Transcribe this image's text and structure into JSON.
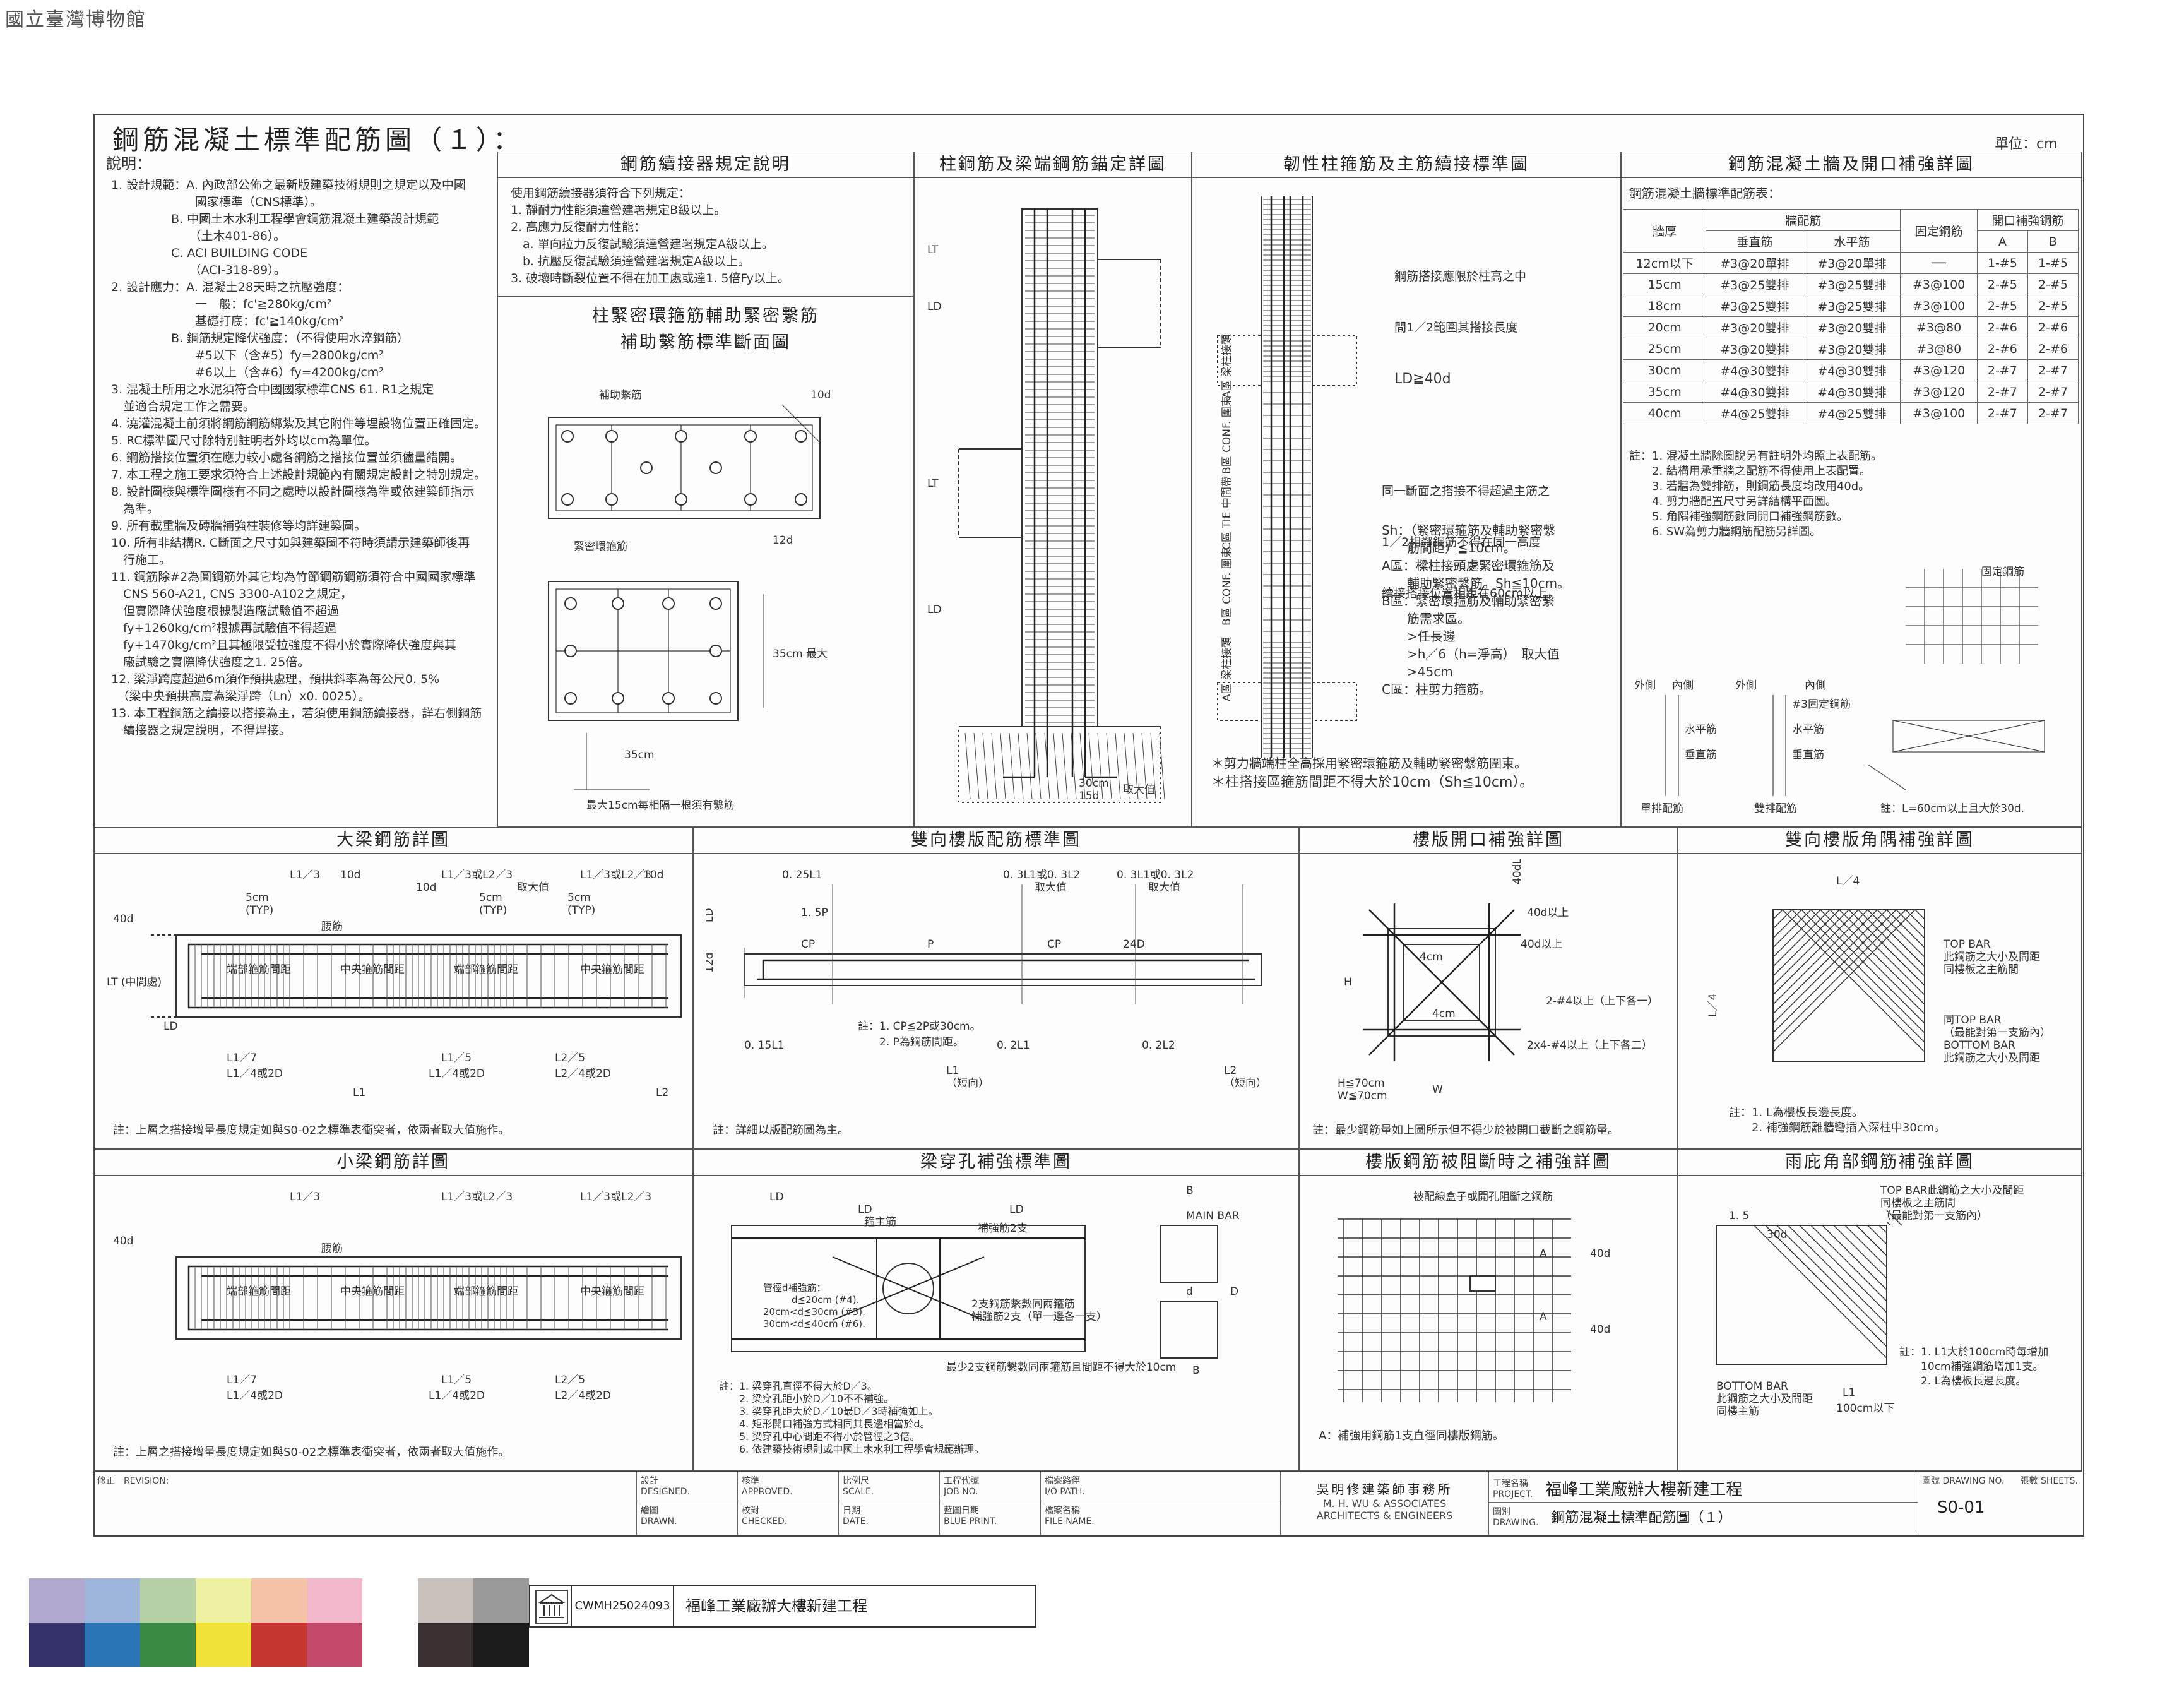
{
  "watermark": "國立臺灣博物館",
  "sheet_title": "鋼筋混凝土標準配筋圖（１）：",
  "unit_label": "單位：cm",
  "notes": {
    "heading": "說明：",
    "lines": [
      "1. 設計規範：A. 內政部公佈之最新版建築技術規則之規定以及中國",
      "　　　　　　　國家標準（CNS標準）。",
      "　　　　　B. 中國土木水利工程學會鋼筋混凝土建築設計規範",
      "　　　　　　　（土木401-86）。",
      "　　　　　C. ACI BUILDING CODE",
      "　　　　　　　（ACI-318-89）。",
      "2. 設計應力：A. 混凝土28天時之抗壓強度：",
      "　　　　　　　一　般：fc'≧280kg/cm²",
      "　　　　　　　基礎打底：fc'≧140kg/cm²",
      "　　　　　B. 鋼筋規定降伏強度：（不得使用水淬鋼筋）",
      "　　　　　　　#5以下（含#5）fy=2800kg/cm²",
      "　　　　　　　#6以上（含#6）fy=4200kg/cm²",
      "3. 混凝土所用之水泥須符合中國國家標準CNS 61. R1之規定",
      "　並適合規定工作之需要。",
      "4. 澆灌混凝土前須將鋼筋鋼筋綁紮及其它附件等埋設物位置正確固定。",
      "5. RC標準圖尺寸除特別註明者外均以cm為單位。",
      "6. 鋼筋搭接位置須在應力較小處各鋼筋之搭接位置並須儘量錯開。",
      "7. 本工程之施工要求須符合上述設計規範內有關規定設計之特別規定。",
      "8. 設計圖樣與標準圖樣有不同之處時以設計圖樣為準或依建築師指示",
      "　為準。",
      "9. 所有載重牆及磚牆補強柱裝修等均詳建築圖。",
      "10. 所有非結構R. C斷面之尺寸如與建築圖不符時須請示建築師後再",
      "　行施工。",
      "11. 鋼筋除#2為圓鋼筋外其它均為竹節鋼筋鋼筋須符合中國國家標準",
      "　CNS 560-A21, CNS 3300-A102之規定，",
      "　但實際降伏強度根據製造廠試驗值不超過",
      "　fy+1260kg/cm²根據再試驗值不得超過",
      "　fy+1470kg/cm²且其極限受拉強度不得小於實際降伏強度與其",
      "　廠試驗之實際降伏強度之1. 25倍。",
      "12. 梁淨跨度超過6m須作預拱處理，預拱斜率為每公尺0. 5%",
      "　（梁中央預拱高度為梁淨跨（Ln）x0. 0025）。",
      "13. 本工程鋼筋之續接以搭接為主，若須使用鋼筋續接器，詳右側鋼筋",
      "　續接器之規定說明，不得焊接。"
    ]
  },
  "panels": {
    "coupler": {
      "title": "鋼筋續接器規定說明",
      "lines": [
        "使用鋼筋續接器須符合下列規定：",
        "1. 靜耐力性能須達營建署規定B級以上。",
        "2. 高應力反復耐力性能：",
        "　a. 單向拉力反復試驗須達營建署規定A級以上。",
        "　b. 抗壓反復試驗須達營建署規定A級以上。",
        "3. 破壞時斷裂位置不得在加工處或達1. 5倍Fy以上。"
      ]
    },
    "tie": {
      "title_line1": "柱緊密環箍筋輔助緊密繫筋",
      "title_line2": "補助繫筋標準斷面圖",
      "label_aux_tie": "補助繫筋",
      "label_hoop": "緊密環箍筋",
      "label_max": "最大15cm每相隔一根須有繫筋",
      "dim_35cm": "35cm",
      "dim_35cm_max": "35cm 最大",
      "dim_12d": "12d",
      "dim_10d": "10d"
    },
    "anchor": {
      "title": "柱鋼筋及梁端鋼筋錨定詳圖",
      "label_lt": "LT",
      "label_ld": "LD",
      "label_30cm": "30cm",
      "label_15d": "15d",
      "label_max": "取大值"
    },
    "ductile": {
      "title": "韌性柱箍筋及主筋續接標準圖",
      "note1": "鋼筋搭接應限於柱高之中",
      "note1b": "間1／2範圍其搭接長度",
      "note1c": "LD≧40d",
      "note2": "同一斷面之搭接不得超過主筋之",
      "note2b": "1／2相鄰鋼筋不得在同一高度",
      "note2c": "續接搭接位置相距在60cm以上。",
      "sh_lines": [
        "Sh：（緊密環箍筋及輔助緊密繫",
        "　　筋間距）≦10cm。",
        "A區：樑柱接頭處緊密環箍筋及",
        "　　輔助緊密繫筋。Sh≦10cm。",
        "B區：緊密環箍筋及輔助緊密繫",
        "　　筋需求區。",
        "　　>任長邊",
        "　　>h／6（h=淨高）　取大值",
        "　　>45cm",
        "C區：柱剪力箍筋。"
      ],
      "foot1": "＊剪力牆端柱全高採用緊密環箍筋及輔助緊密繫筋圍束。",
      "foot2": "＊柱搭接區箍筋間距不得大於10cm（Sh≦10cm）。",
      "zone_labels": [
        "A區 梁柱接頭",
        "B區 CONF. 圍束",
        "C區 TIE 中間帶",
        "B區 CONF. 圍束",
        "A區 梁柱接頭"
      ]
    },
    "slab_table": {
      "title": "鋼筋混凝土牆及開口補強詳圖",
      "caption": "鋼筋混凝土牆標準配筋表：",
      "headers": [
        "牆厚",
        "牆配筋",
        "固定鋼筋",
        "開口補強鋼筋"
      ],
      "sub_headers": [
        "垂直筋",
        "水平筋",
        "A",
        "B"
      ],
      "rows": [
        [
          "12cm以下",
          "#3@20單排",
          "#3@20單排",
          "──",
          "1-#5",
          "1-#5"
        ],
        [
          "15cm",
          "#3@25雙排",
          "#3@25雙排",
          "#3@100",
          "2-#5",
          "2-#5"
        ],
        [
          "18cm",
          "#3@25雙排",
          "#3@25雙排",
          "#3@100",
          "2-#5",
          "2-#5"
        ],
        [
          "20cm",
          "#3@20雙排",
          "#3@20雙排",
          "#3@80",
          "2-#6",
          "2-#6"
        ],
        [
          "25cm",
          "#3@20雙排",
          "#3@20雙排",
          "#3@80",
          "2-#6",
          "2-#6"
        ],
        [
          "30cm",
          "#4@30雙排",
          "#4@30雙排",
          "#3@120",
          "2-#7",
          "2-#7"
        ],
        [
          "35cm",
          "#4@30雙排",
          "#4@30雙排",
          "#3@120",
          "2-#7",
          "2-#7"
        ],
        [
          "40cm",
          "#4@25雙排",
          "#4@25雙排",
          "#3@100",
          "2-#7",
          "2-#7"
        ]
      ],
      "notes": [
        "註：1. 混凝土牆除圖說另有註明外均照上表配筋。",
        "　　2. 結構用承重牆之配筋不得使用上表配置。",
        "　　3. 若牆為雙排筋，則鋼筋長度均改用40d。",
        "　　4. 剪力牆配置尺寸另詳結構平面圖。",
        "　　5. 角隅補強鋼筋數同開口補強鋼筋數。",
        "　　6. SW為剪力牆鋼筋配筋另詳圖。"
      ],
      "label_fixed": "固定鋼筋",
      "label_outer": "外側",
      "label_inner": "內側",
      "label_horizontal": "水平筋",
      "label_vertical": "垂直筋",
      "label_single": "單排配筋",
      "label_double": "雙排配筋",
      "label_fix3": "#3固定鋼筋",
      "label_L": "註：L=60cm以上且大於30d."
    },
    "big_beam": {
      "title": "大梁鋼筋詳圖",
      "note": "註：上層之搭接增量長度規定如與S0-02之標準表衝突者，依兩者取大值施作。",
      "label_end": "端部箍筋間距",
      "label_mid": "中央箍筋間距",
      "label_hoop": "腰筋",
      "dims_top": [
        "L1／3",
        "10d",
        "L1／3或L2／3",
        "10d",
        "L1／3或L2／3",
        "10d"
      ],
      "dims_bot": [
        "L1／7",
        "L1／4或2D",
        "L1",
        "L1／5",
        "L1／4或2D",
        "L2／5",
        "L2／4或2D",
        "L2"
      ],
      "label_5cm": "5cm",
      "label_typ": "(TYP)",
      "label_max": "取大值",
      "label_40d": "40d",
      "label_lt": "LT (中間處)",
      "label_ld": "LD"
    },
    "two_way": {
      "title": "雙向樓版配筋標準圖",
      "note1": "註：1. CP≦2P或30cm。",
      "note2": "　　2. P為鋼筋間距。",
      "note3": "註：詳細以版配筋圖為主。",
      "dims": [
        "0. 25L1",
        "0. 3L1或0. 3L2",
        "0. 3L1或0. 3L2",
        "1. 5P",
        "取大值",
        "取大值",
        "0. 15L1",
        "0. 2L1",
        "0. 2L2",
        "L1",
        "L2",
        "（短向）",
        "（短向）",
        "CP",
        "P",
        "CP",
        "24D",
        "LD",
        "12d"
      ]
    },
    "slab_opening": {
      "title": "樓版開口補強詳圖",
      "note": "註：最少鋼筋量如上圖所示但不得少於被開口截斷之鋼筋量。",
      "labels": [
        "40dL以上",
        "40d以上",
        "40d以上",
        "4cm",
        "4cm",
        "2-#4以上（上下各一）",
        "2x4-#4以上（上下各二）",
        "H≦70cm",
        "W≦70cm",
        "H",
        "W"
      ]
    },
    "corner": {
      "title": "雙向樓版角隅補強詳圖",
      "labels": [
        "L／4",
        "L／4",
        "TOP BAR",
        "此鋼筋之大小及間距",
        "同樓板之主筋間",
        "（最能對第一支筋內）",
        "BOTTOM BAR",
        "此鋼筋之大小及間距",
        "同TOP BAR"
      ],
      "notes": [
        "註：1. L為樓板長邊長度。",
        "　　2. 補強鋼筋離牆彎插入深柱中30cm。"
      ]
    },
    "small_beam": {
      "title": "小梁鋼筋詳圖",
      "note": "註：上層之搭接增量長度規定如與S0-02之標準表衝突者，依兩者取大值施作。",
      "label_end": "端部箍筋間距",
      "label_mid": "中央箍筋間距",
      "label_hoop": "腰筋"
    },
    "penetration": {
      "title": "梁穿孔補強標準圖",
      "labels": [
        "LD",
        "LD",
        "LD",
        "B",
        "MAIN BAR",
        "箍主筋",
        "補強筋2支",
        "2支鋼筋繫數同兩箍筋",
        "補強筋2支（單一邊各一支）",
        "D",
        "d",
        "B",
        "最少2支鋼筋繫數同兩箍筋且間距不得大於10cm"
      ],
      "pipe_lines": [
        "管徑d補強筋：",
        "　　　d≦20cm (#4).",
        "20cm<d≦30cm (#5).",
        "30cm<d≦40cm (#6)."
      ],
      "notes": [
        "註：1. 梁穿孔直徑不得大於D／3。",
        "　　2. 梁穿孔距小於D／10不不補強。",
        "　　3. 梁穿孔距大於D／10最D／3時補強如上。",
        "　　4. 矩形開口補強方式相同其長邊相當於d。",
        "　　5. 梁穿孔中心間距不得小於管徑之3倍。",
        "　　6. 依建築技術規則或中國土木水利工程學會規範辦理。"
      ]
    },
    "slab_cut": {
      "title": "樓版鋼筋被阻斷時之補強詳圖",
      "label": "被配線盒子或開孔阻斷之鋼筋",
      "note": "A：補強用鋼筋1支直徑同樓版鋼筋。",
      "labels": [
        "A",
        "A",
        "40d",
        "40d"
      ]
    },
    "canopy": {
      "title": "雨庇角部鋼筋補強詳圖",
      "labels": [
        "TOP BAR此鋼筋之大小及間距",
        "同樓板之主筋間",
        "（最能對第一支筋內）",
        "BOTTOM BAR",
        "此鋼筋之大小及間距",
        "同樓主筋",
        "L1",
        "100cm以下",
        "1. 5",
        "30d"
      ],
      "notes": [
        "註：1. L1大於100cm時每增加",
        "　　10cm補強鋼筋增加1支。",
        "　　2. L為樓板長邊長度。"
      ]
    }
  },
  "title_block": {
    "revision": "修正　REVISION:",
    "design": "設計",
    "designed": "DESIGNED.",
    "check": "核準",
    "approved": "APPROVED.",
    "scale_cn": "比例尺",
    "scale": "SCALE.",
    "job_cn": "工程代號",
    "job": "JOB NO.",
    "path_cn": "檔案路徑",
    "path": "I/O PATH.",
    "drawn_cn": "繪圖",
    "drawn": "DRAWN.",
    "checked_cn": "校對",
    "checked": "CHECKED.",
    "date_cn": "日期",
    "date": "DATE.",
    "blueprint_cn": "藍圖日期",
    "blueprint": "BLUE PRINT.",
    "file_cn": "檔案名稱",
    "file": "FILE NAME.",
    "firm_cn": "吳明修建築師事務所",
    "firm_en1": "M. H. WU & ASSOCIATES",
    "firm_en2": "ARCHITECTS & ENGINEERS",
    "project_cn": "工程名稱",
    "project": "PROJECT.",
    "project_name": "福峰工業廠辦大樓新建工程",
    "drawing_cn": "圖別",
    "drawing": "DRAWING.",
    "drawing_name": "鋼筋混凝土標準配筋圖（１）",
    "drawing_no_label": "圖號 DRAWING NO.",
    "sheets_label": "張數 SHEETS.",
    "drawing_no": "S0-01"
  },
  "archive": {
    "id": "CWMH25024093",
    "name": "福峰工業廠辦大樓新建工程"
  },
  "color_strip": {
    "top": [
      "#b3a9d0",
      "#9fb6dc",
      "#b7d0a6",
      "#eef0a2",
      "#f5c4a8",
      "#f2b9cc",
      "#ffffff",
      "#c9c1bb",
      "#9a9a9a"
    ],
    "bottom": [
      "#33306a",
      "#2b74b6",
      "#3a8a44",
      "#f1e23a",
      "#c5372f",
      "#c44a6b",
      "#ffffff",
      "#3b3133",
      "#1b1b1b"
    ]
  }
}
